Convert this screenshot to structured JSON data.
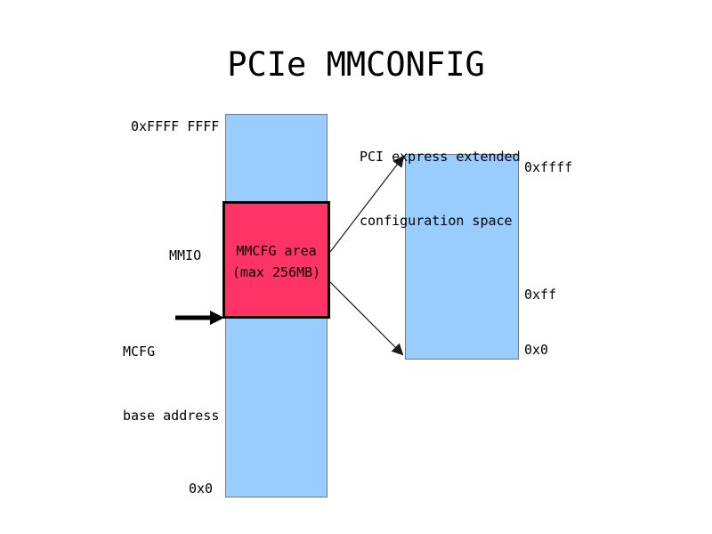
{
  "title": "PCIe MMCONFIG",
  "colors": {
    "background": "#FFFFFF",
    "memory_fill": "#99CCFF",
    "memory_border": "#777777",
    "mmcfg_fill": "#FF3366",
    "mmcfg_border": "#000000",
    "arrow_color": "#000000",
    "line_color": "#1A1A1A",
    "text_color": "#000000"
  },
  "memory_map": {
    "top_address": "0xFFFF FFFF",
    "bottom_address": "0x0",
    "region_label": "MMIO",
    "mmcfg_area": {
      "line1": "MMCFG area",
      "line2": "(max 256MB)"
    },
    "base_pointer": {
      "line1": "MCFG",
      "line2": "base address"
    }
  },
  "config_space": {
    "caption": {
      "line1": "PCI express extended",
      "line2": "configuration space"
    },
    "top_address": "0xffff",
    "mid_address": "0xff",
    "bottom_address": "0x0"
  }
}
